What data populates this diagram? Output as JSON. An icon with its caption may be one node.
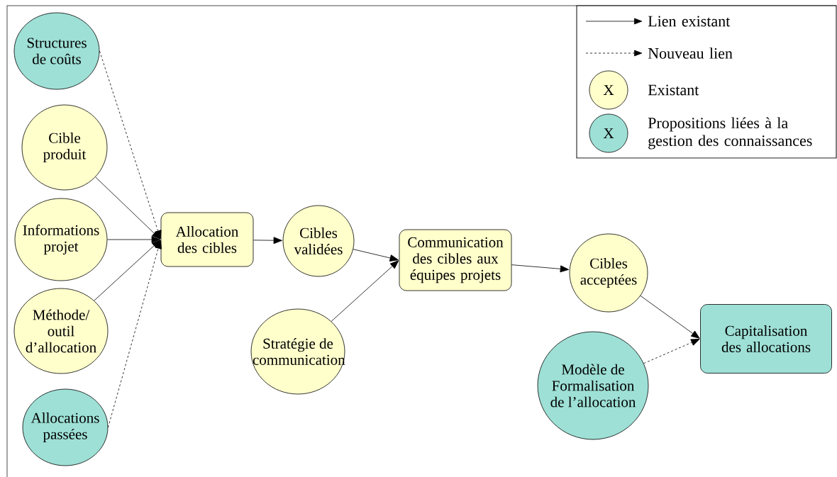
{
  "diagram": {
    "nodes": [
      {
        "text": [
          "Structures de coûts"
        ]
      },
      {
        "text": [
          "Cible produit"
        ]
      },
      {
        "text": [
          "Informations projet"
        ]
      },
      {
        "text": [
          "Méthode/ outil d’allocation"
        ]
      },
      {
        "text": [
          "Allocations passées"
        ]
      },
      {
        "text": [
          "Allocation des cibles"
        ]
      },
      {
        "text": [
          "Cibles validées"
        ]
      },
      {
        "text": [
          "Stratégie de communication"
        ]
      },
      {
        "text": [
          "Communication des cibles aux équipes projets"
        ]
      },
      {
        "text": [
          "Cibles acceptées"
        ]
      },
      {
        "text": [
          "Modèle de Formalisation de l’allocation"
        ]
      },
      {
        "text": [
          "Capitalisation des allocations"
        ]
      }
    ],
    "edges": [
      {
        "from": 0,
        "to": 5,
        "arrow": "to",
        "style": "dashed"
      },
      {
        "from": 1,
        "to": 5,
        "arrow": "to"
      },
      {
        "from": 2,
        "to": 5,
        "arrow": "to"
      },
      {
        "from": 3,
        "to": 5,
        "arrow": "to"
      },
      {
        "from": 4,
        "to": 5,
        "arrow": "to",
        "style": "dashed"
      },
      {
        "from": 5,
        "to": 6,
        "arrow": "to"
      },
      {
        "from": 6,
        "to": 8,
        "arrow": "to"
      },
      {
        "from": 7,
        "to": 8,
        "arrow": "to"
      },
      {
        "from": 8,
        "to": 9,
        "arrow": "to"
      },
      {
        "from": 9,
        "to": 11,
        "arrow": "to"
      },
      {
        "from": 10,
        "to": 11,
        "arrow": "to",
        "style": "dashed"
      }
    ],
    "labels": [
      "X",
      "X"
    ],
    "legend": [
      {
        "text": "Lien existant"
      },
      {
        "text": "Nouveau lien"
      },
      {
        "text": "Existant",
        "color": "#ffffcc"
      },
      {
        "text": "Propositions liées à la gestion des connaissances",
        "color": "#9ee0d6"
      }
    ]
  }
}
